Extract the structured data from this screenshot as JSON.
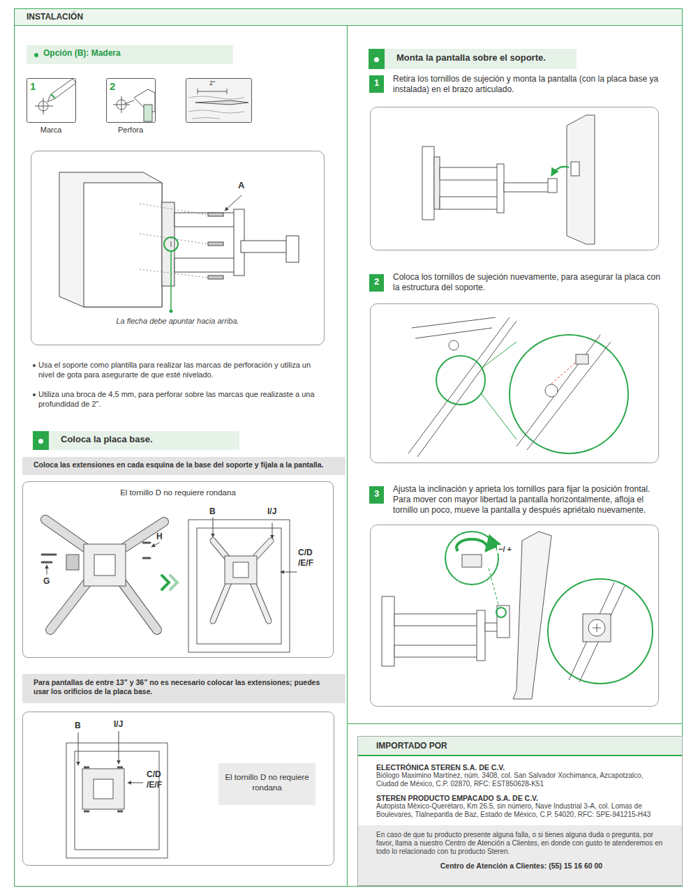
{
  "diagram": {
    "title": "INSTALACIÓN",
    "nodes": [
      {
        "text": [
          "Opción (B): Madera"
        ]
      },
      {
        "text": [
          "1",
          "Marca"
        ]
      },
      {
        "text": [
          "2",
          "Perfora"
        ]
      },
      {
        "text": [
          "2\""
        ]
      },
      {
        "text": [
          "La flecha debe apuntar hacia arriba."
        ]
      },
      {
        "text": [
          "Coloca la placa base."
        ]
      },
      {
        "text": [
          "Coloca las extensiones en cada esquina de la base del soporte y fíjala a la pantalla."
        ]
      },
      {
        "text": [
          "El tornillo D no requiere rondana"
        ]
      },
      {
        "text": [
          "Para pantallas de entre 13” y 36” no es necesario colocar las extensiones; puedes usar los orificios de la placa base."
        ]
      },
      {
        "text": [
          "El tornillo D no requiere rondana"
        ]
      },
      {
        "text": [
          "Monta la pantalla sobre el soporte."
        ]
      },
      {
        "text": [
          "1"
        ]
      },
      {
        "text": [
          "2"
        ]
      },
      {
        "text": [
          "3"
        ]
      },
      {
        "text": [
          "IMPORTADO POR",
          "ELECTRÓNICA STEREN S.A. DE C.V.",
          "Biólogo Maximino Martínez, núm. 3408, col. San Salvador Xochimanca, Azcapotzalco, Ciudad de México, C.P. 02870, RFC: EST850628-K51",
          "STEREN PRODUCTO EMPACADO S.A. DE C.V.",
          "Autopista México-Querétaro, Km 26.5, sin número, Nave Industrial 3-A, col. Lomas de Boulevares, Tlalnepantla de Baz, Estado de México, C.P. 54020, RFC: SPE-941215-H43"
        ]
      },
      {
        "text": [
          "En caso de que tu producto presente alguna falla, o si tienes alguna duda o pregunta, por favor, llama a nuestro Centro de Atención a Clientes, en donde con gusto te atenderemos en todo lo relacionado con tu producto Steren.",
          "Centro de Atención a Clientes: (55) 15 16 60 00"
        ],
        "in": 14
      }
    ],
    "labels": [
      "A",
      "Usa el soporte como plantilla para realizar las marcas de perforación y utiliza un nivel de gota para asegurarte de que esté nivelado.",
      "Utiliza una broca de 4,5 mm, para perforar sobre las marcas que realizaste a una profundidad de 2”.",
      "B",
      "I/J",
      "C/D /E/F",
      "H",
      "G",
      "B",
      "I/J",
      "C/D /E/F",
      "Retira los tornillos de sujeción y monta la pantalla (con la placa base ya instalada) en el brazo articulado.",
      "Coloca los tornillos de sujeción nuevamente, para asegurar la placa con la estructura del soporte.",
      "Ajusta la inclinación y aprieta los tornillos para fijar la posición frontal. Para mover con mayor libertad la pantalla horizontalmente, afloja el tornillo un poco, mueve la pantalla y después apriétalo nuevamente.",
      "−/ +"
    ]
  }
}
